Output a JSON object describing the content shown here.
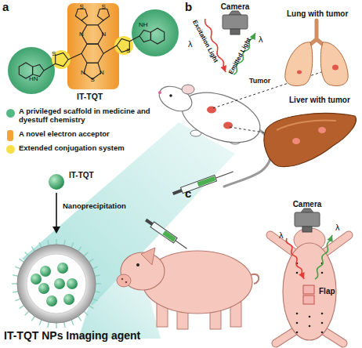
{
  "diagram": {
    "nodes": [
      {
        "text": [
          "Camera"
        ]
      },
      {
        "text": [
          "Lung with tumor"
        ]
      },
      {
        "text": [
          "Liver with tumor"
        ]
      },
      {
        "text": [
          "Camera"
        ]
      },
      {
        "text": [
          "IT-TQT NPs Imaging agent"
        ]
      },
      {
        "text": [
          "Flap"
        ]
      }
    ],
    "labels": [
      "a",
      "IT-TQT",
      "N",
      "N",
      "N",
      "S",
      "N",
      "S",
      "S",
      "S",
      "S",
      "HN",
      "NH",
      "b",
      "Excitation Light",
      "λ",
      "Emitted Light",
      "λ",
      "Tumor",
      "IT-TQT",
      "Nanoprecipitation",
      "c",
      "λ",
      "λ"
    ],
    "legend": [
      {
        "text": "A privileged scaffold in medicine and dyestuff chemistry",
        "color": "#56b884"
      },
      {
        "text": "A novel electron acceptor",
        "color": "#f2a33a"
      },
      {
        "text": "Extended conjugation system",
        "color": "#f7e04a"
      }
    ]
  }
}
